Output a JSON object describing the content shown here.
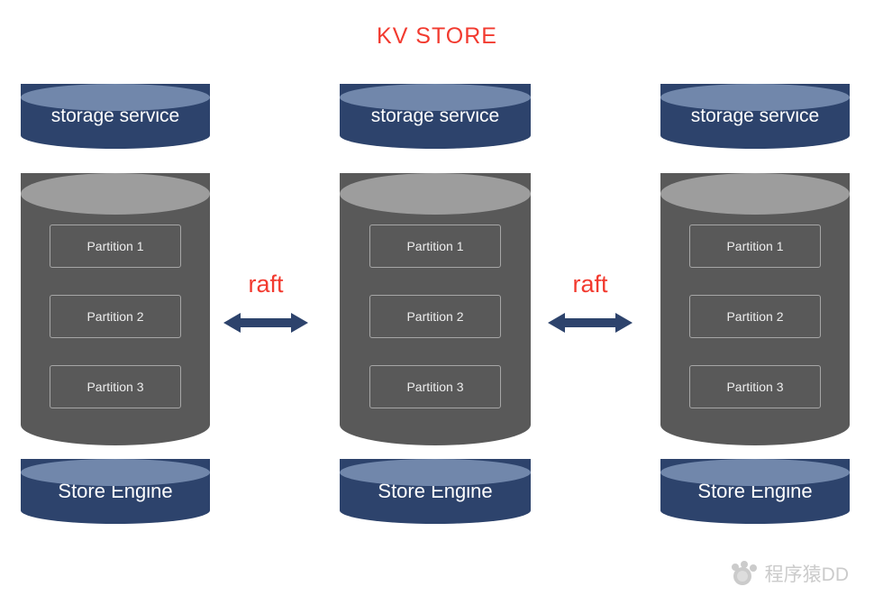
{
  "title": "KV STORE",
  "raft": {
    "label": "raft"
  },
  "nodes": [
    {
      "storage_service": "storage service",
      "partitions": [
        "Partition 1",
        "Partition 2",
        "Partition 3"
      ],
      "store_engine": "Store Engine"
    },
    {
      "storage_service": "storage service",
      "partitions": [
        "Partition 1",
        "Partition 2",
        "Partition 3"
      ],
      "store_engine": "Store Engine"
    },
    {
      "storage_service": "storage service",
      "partitions": [
        "Partition 1",
        "Partition 2",
        "Partition 3"
      ],
      "store_engine": "Store Engine"
    }
  ],
  "watermark": "程序猿DD",
  "colors": {
    "red": "#f23a2f",
    "navy_top": "#7187ab",
    "navy_body": "#2d436c",
    "gray_top": "#9d9d9d",
    "gray_body": "#595959",
    "arrow": "#2d436c",
    "watermark_gray": "#cbcbcb"
  }
}
